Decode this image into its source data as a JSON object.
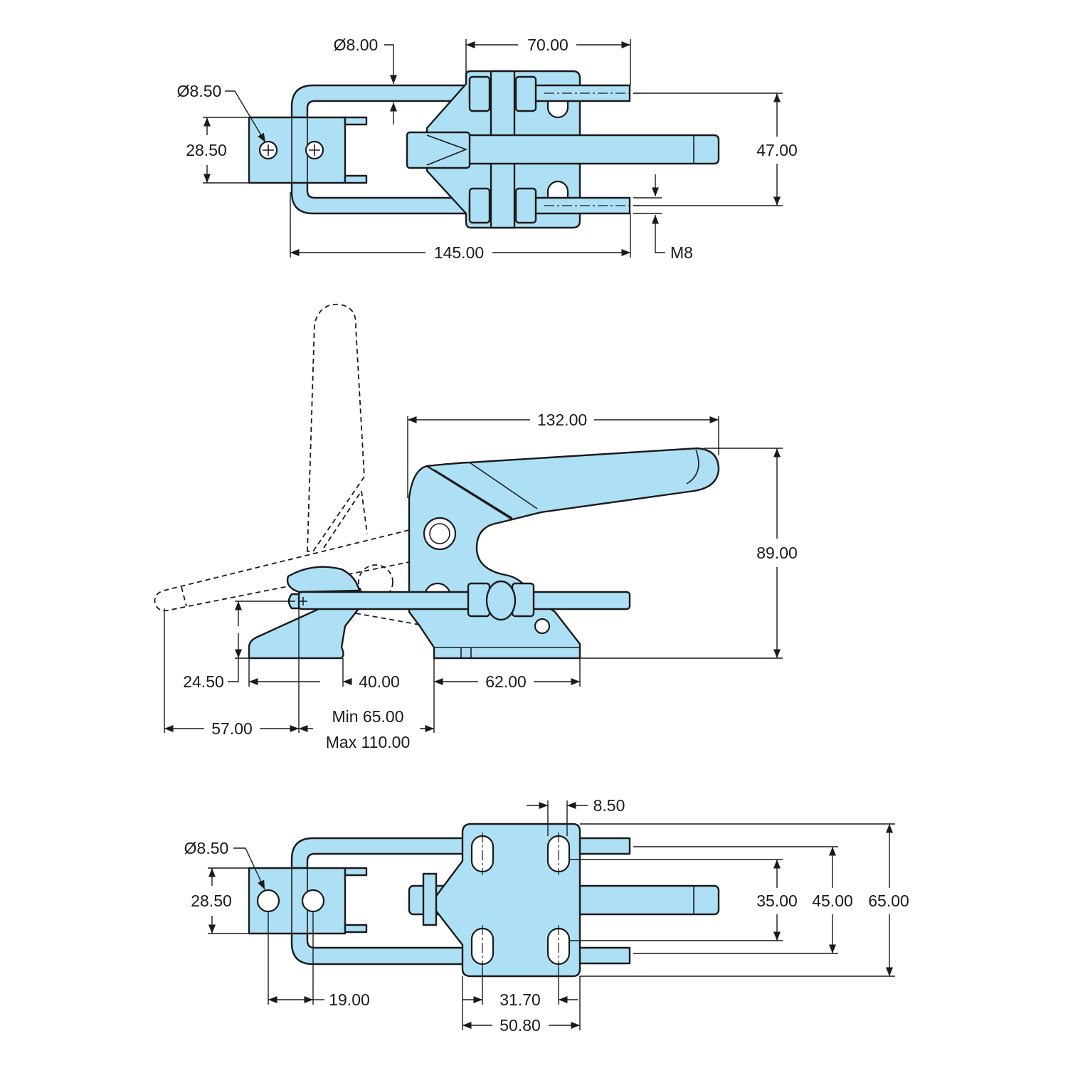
{
  "colors": {
    "part_fill": "#aee0f5",
    "line": "#1a1a1a",
    "background": "#ffffff"
  },
  "views": {
    "top": {
      "dia_8": "Ø8.00",
      "dia_8_5": "Ø8.50",
      "height_28_5": "28.50",
      "width_70": "70.00",
      "height_47": "47.00",
      "length_145": "145.00",
      "thread_m8": "M8"
    },
    "side": {
      "length_132": "132.00",
      "height_89": "89.00",
      "height_24_5": "24.50",
      "base_40": "40.00",
      "base_62": "62.00",
      "offset_57": "57.00",
      "stroke_min": "Min 65.00",
      "stroke_max": "Max 110.00"
    },
    "bottom": {
      "slot_8_5": "8.50",
      "dia_8_5": "Ø8.50",
      "height_28_5": "28.50",
      "spacing_35": "35.00",
      "spacing_45": "45.00",
      "width_65": "65.00",
      "pitch_19": "19.00",
      "pitch_31_7": "31.70",
      "width_50_8": "50.80"
    }
  }
}
